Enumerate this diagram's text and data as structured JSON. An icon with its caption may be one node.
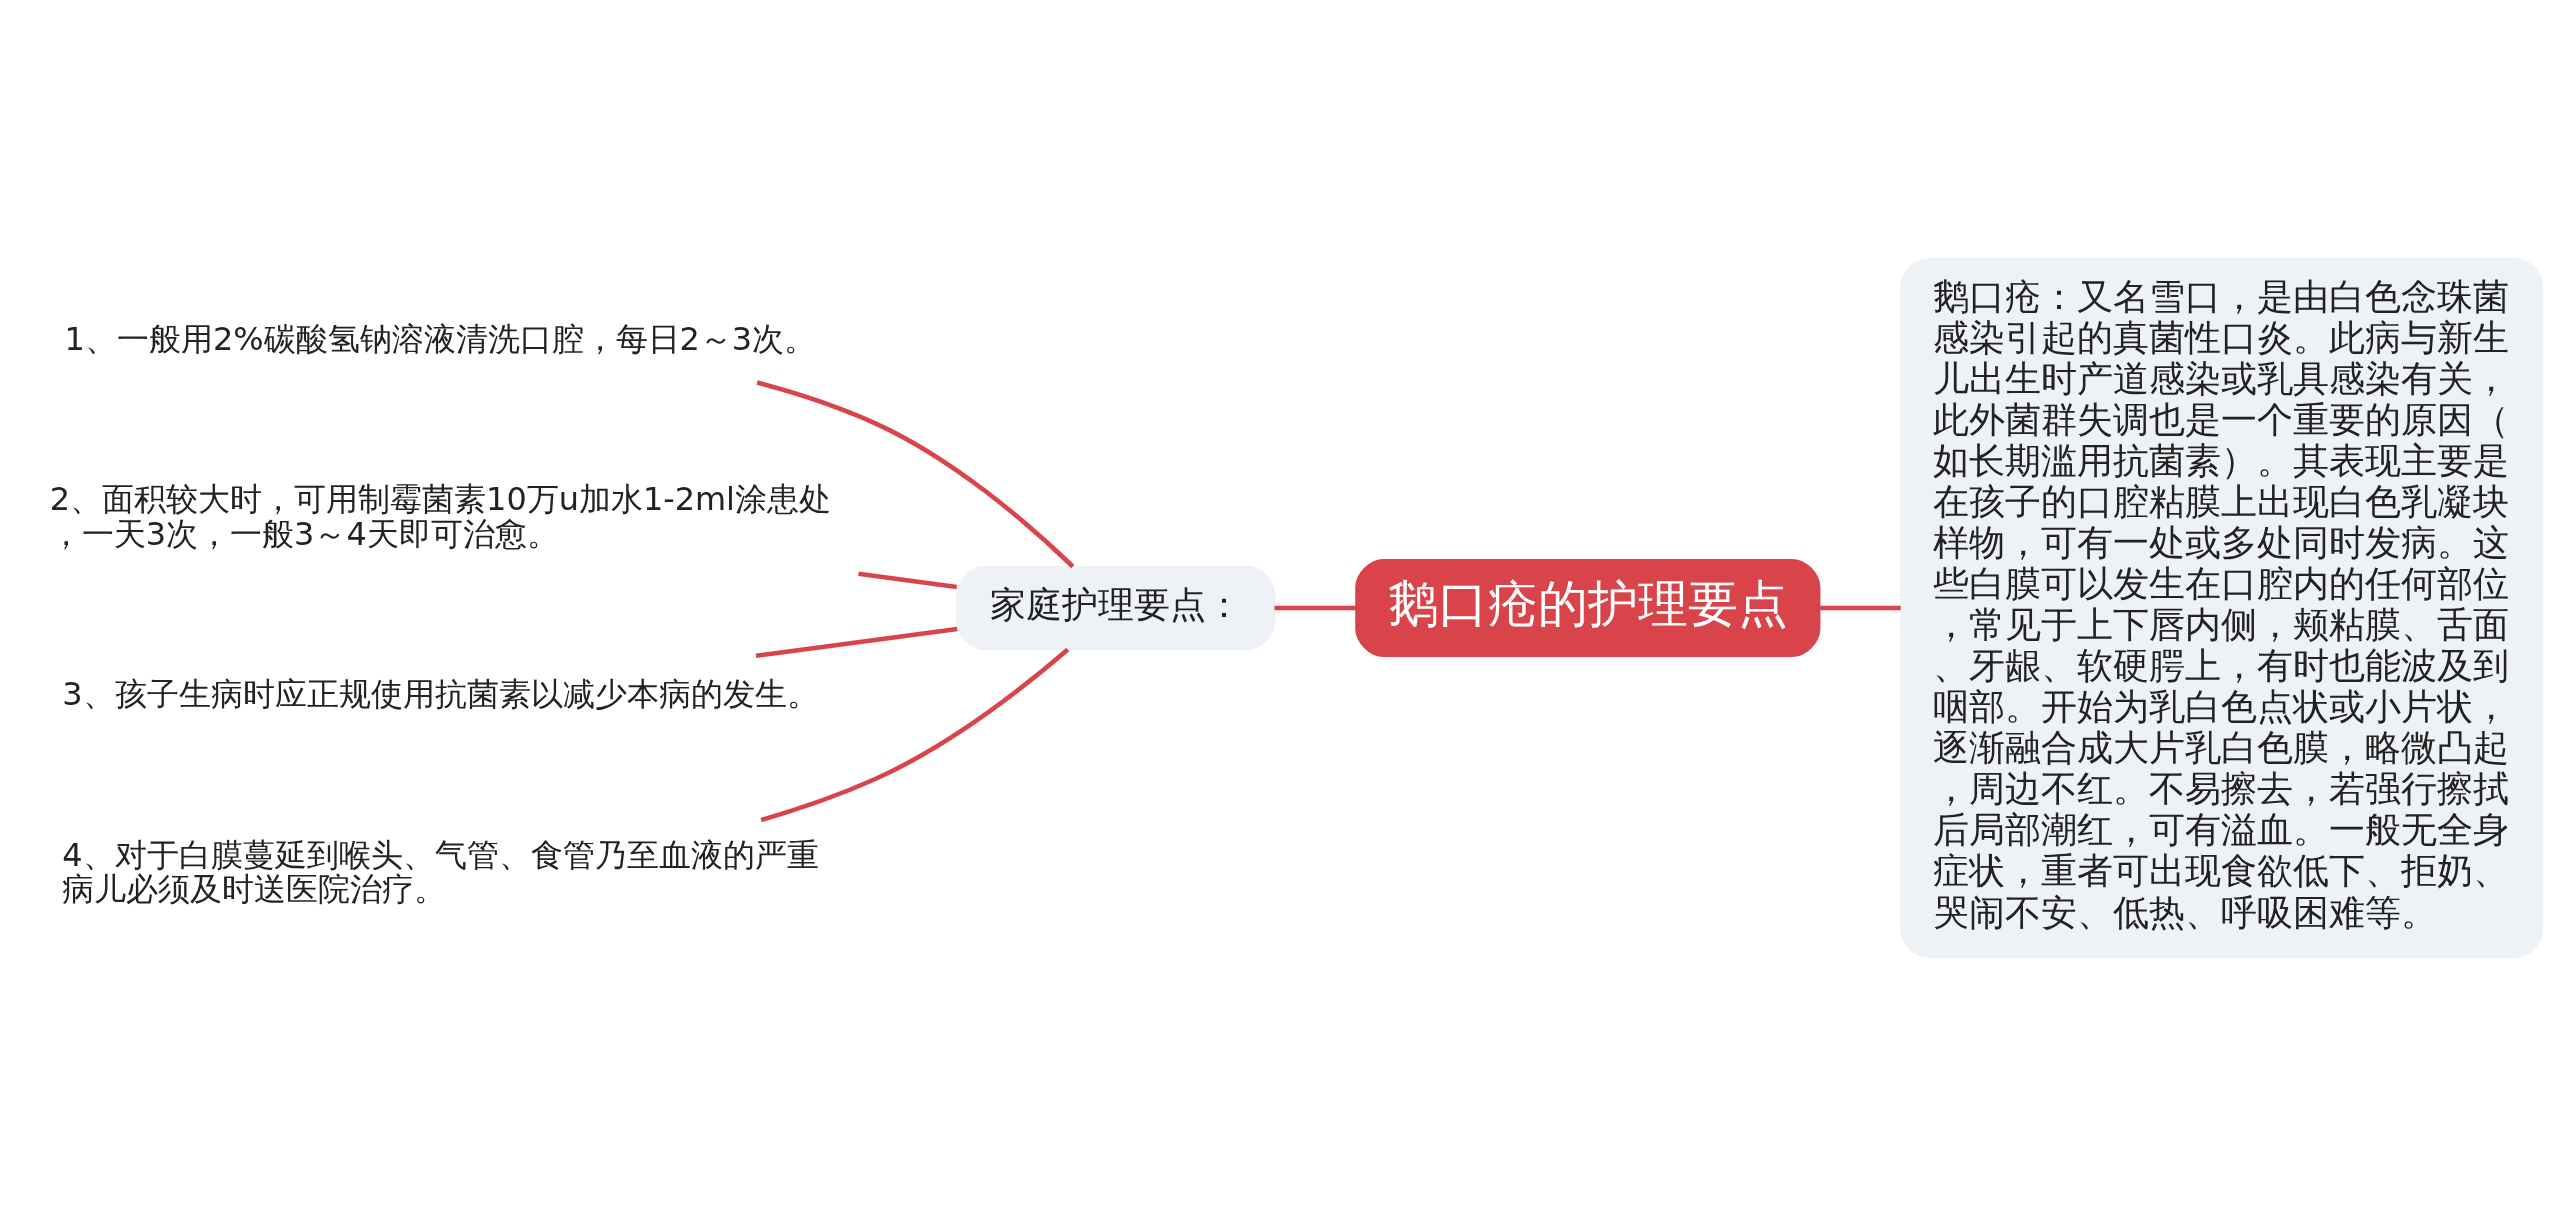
{
  "diagram": {
    "nodes": [
      {
        "text": [
          "鹅口疮的护理要点"
        ]
      },
      {
        "text": [
          "家庭护理要点："
        ]
      },
      {
        "text": [
          "1、一般用2%碳酸氢钠溶液清洗口腔，每日2～3次。"
        ]
      },
      {
        "text": [
          "2、面积较大时，可用制霉菌素10万u加水1-2ml涂患处，一天3次，一般3～4天即可治愈。"
        ]
      },
      {
        "text": [
          "3、孩子生病时应正规使用抗菌素以减少本病的发生。"
        ]
      },
      {
        "text": [
          "4、对于白膜蔓延到喉头、气管、食管乃至血液的严重病儿必须及时送医院治疗。"
        ]
      },
      {
        "text": [
          "鹅口疮：又名雪口，是由白色念珠菌感染引起的真菌性口炎。此病与新生儿出生时产道感染或乳具感染有关，此外菌群失调也是一个重要的原因（如长期滥用抗菌素）。其表现主要是在孩子的口腔粘膜上出现白色乳凝块样物，可有一处或多处同时发病。这些白膜可以发生在口腔内的任何部位，常见于上下唇内侧，颊粘膜、舌面、牙龈、软硬腭上，有时也能波及到咽部。开始为乳白色点状或小片状，逐渐融合成大片乳白色膜，略微凸起，周边不红。不易擦去，若强行擦拭后局部潮红，可有溢血。一般无全身症状，重者可出现食欲低下、拒奶、哭闹不安、低热、呼吸困难等。"
        ]
      }
    ],
    "edges": [
      {
        "from": 1,
        "to": 0,
        "arrow": "none"
      },
      {
        "from": 0,
        "to": 6,
        "arrow": "none"
      },
      {
        "from": 2,
        "to": 1,
        "arrow": "none"
      },
      {
        "from": 3,
        "to": 1,
        "arrow": "none"
      },
      {
        "from": 4,
        "to": 1,
        "arrow": "none"
      },
      {
        "from": 5,
        "to": 1,
        "arrow": "none"
      }
    ]
  }
}
